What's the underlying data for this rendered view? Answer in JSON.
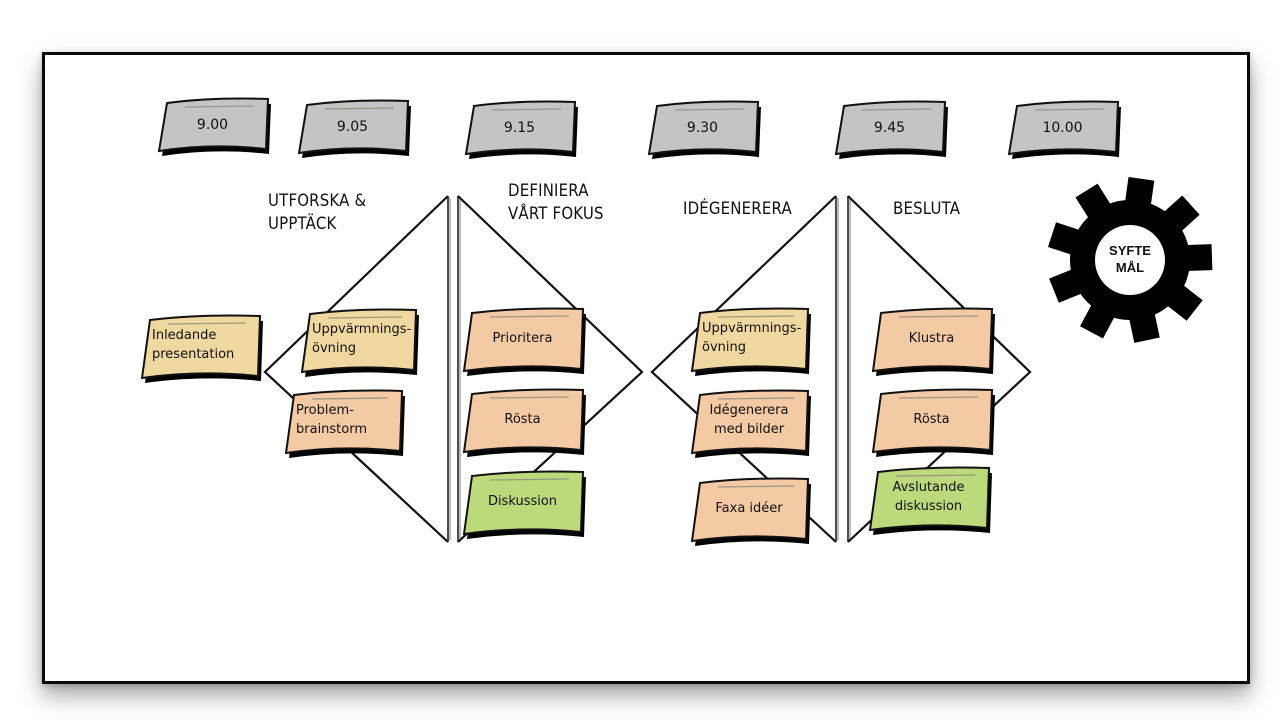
{
  "colors": {
    "time_note": "#c4c4c4",
    "warmup_note": "#f0d9a0",
    "activity_note": "#f3caa3",
    "discussion_note": "#bcda7c",
    "ink": "#111111",
    "gear": "#000000"
  },
  "timeline": [
    {
      "label": "9.00"
    },
    {
      "label": "9.05"
    },
    {
      "label": "9.15"
    },
    {
      "label": "9.30"
    },
    {
      "label": "9.45"
    },
    {
      "label": "10.00"
    }
  ],
  "phases": [
    {
      "line1": "UTFORSKA &",
      "line2": "UPPTÄCK"
    },
    {
      "line1": "DEFINIERA",
      "line2": "VÅRT FOKUS"
    },
    {
      "line1": "IDÉGENERERA",
      "line2": ""
    },
    {
      "line1": "BESLUTA",
      "line2": ""
    }
  ],
  "intro_note": {
    "line1": "Inledande",
    "line2": "presentation",
    "kind": "warmup"
  },
  "activities": {
    "explore": [
      {
        "line1": "Uppvärmnings-",
        "line2": "övning",
        "kind": "warmup"
      },
      {
        "line1": "Problem-",
        "line2": "brainstorm",
        "kind": "activity"
      }
    ],
    "define": [
      {
        "line1": "Prioritera",
        "line2": "",
        "kind": "activity"
      },
      {
        "line1": "Rösta",
        "line2": "",
        "kind": "activity"
      },
      {
        "line1": "Diskussion",
        "line2": "",
        "kind": "discussion"
      }
    ],
    "ideate": [
      {
        "line1": "Uppvärmnings-",
        "line2": "övning",
        "kind": "warmup"
      },
      {
        "line1": "Idégenerera",
        "line2": "med bilder",
        "kind": "activity"
      },
      {
        "line1": "Faxa idéer",
        "line2": "",
        "kind": "activity"
      }
    ],
    "decide": [
      {
        "line1": "Klustra",
        "line2": "",
        "kind": "activity"
      },
      {
        "line1": "Rösta",
        "line2": "",
        "kind": "activity"
      },
      {
        "line1": "Avslutande",
        "line2": "diskussion",
        "kind": "discussion"
      }
    ]
  },
  "gear": {
    "line1": "SYFTE",
    "line2": "MÅL",
    "icon": "gear-icon"
  }
}
